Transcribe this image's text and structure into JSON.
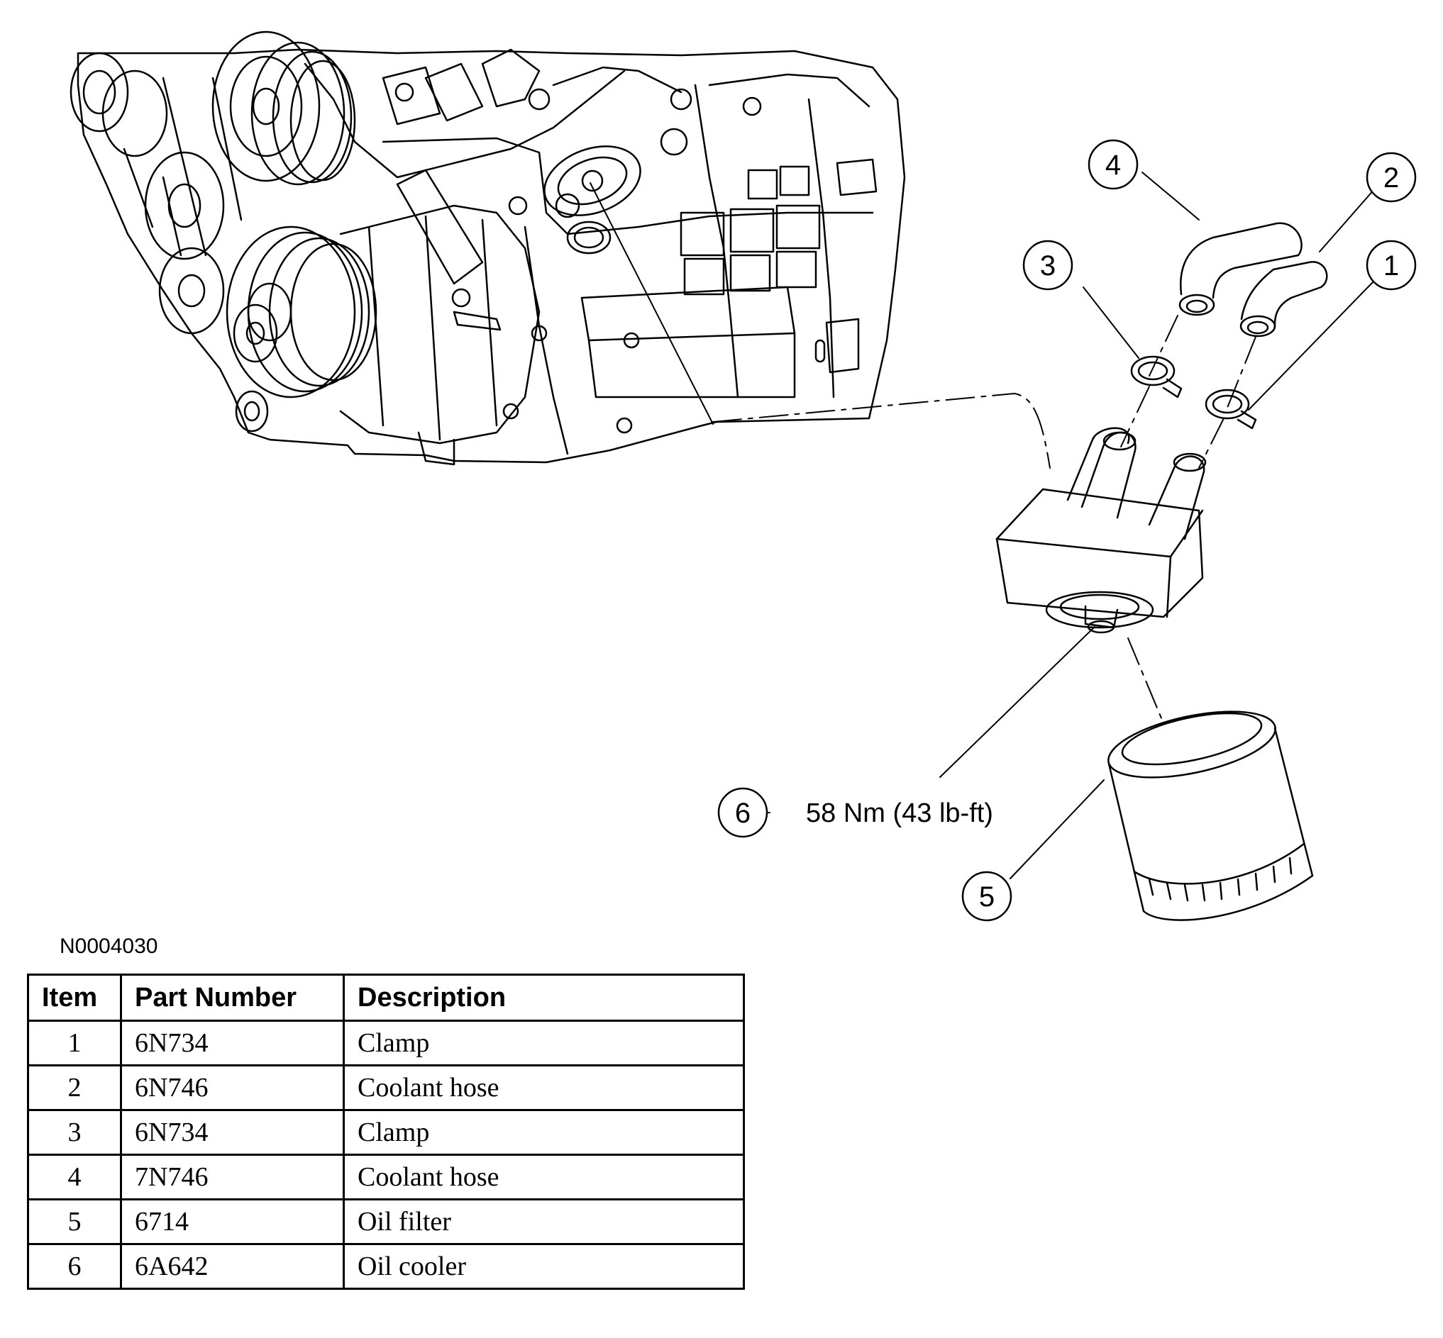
{
  "figure_id": "N0004030",
  "callouts": [
    {
      "number": "1"
    },
    {
      "number": "2"
    },
    {
      "number": "3"
    },
    {
      "number": "4"
    },
    {
      "number": "5"
    },
    {
      "number": "6",
      "torque": "58 Nm (43 lb-ft)"
    }
  ],
  "table": {
    "headers": [
      "Item",
      "Part Number",
      "Description"
    ],
    "rows": [
      {
        "item": "1",
        "part_number": "6N734",
        "description": "Clamp"
      },
      {
        "item": "2",
        "part_number": "6N746",
        "description": "Coolant hose"
      },
      {
        "item": "3",
        "part_number": "6N734",
        "description": "Clamp"
      },
      {
        "item": "4",
        "part_number": "7N746",
        "description": "Coolant hose"
      },
      {
        "item": "5",
        "part_number": "6714",
        "description": "Oil filter"
      },
      {
        "item": "6",
        "part_number": "6A642",
        "description": "Oil cooler"
      }
    ]
  }
}
